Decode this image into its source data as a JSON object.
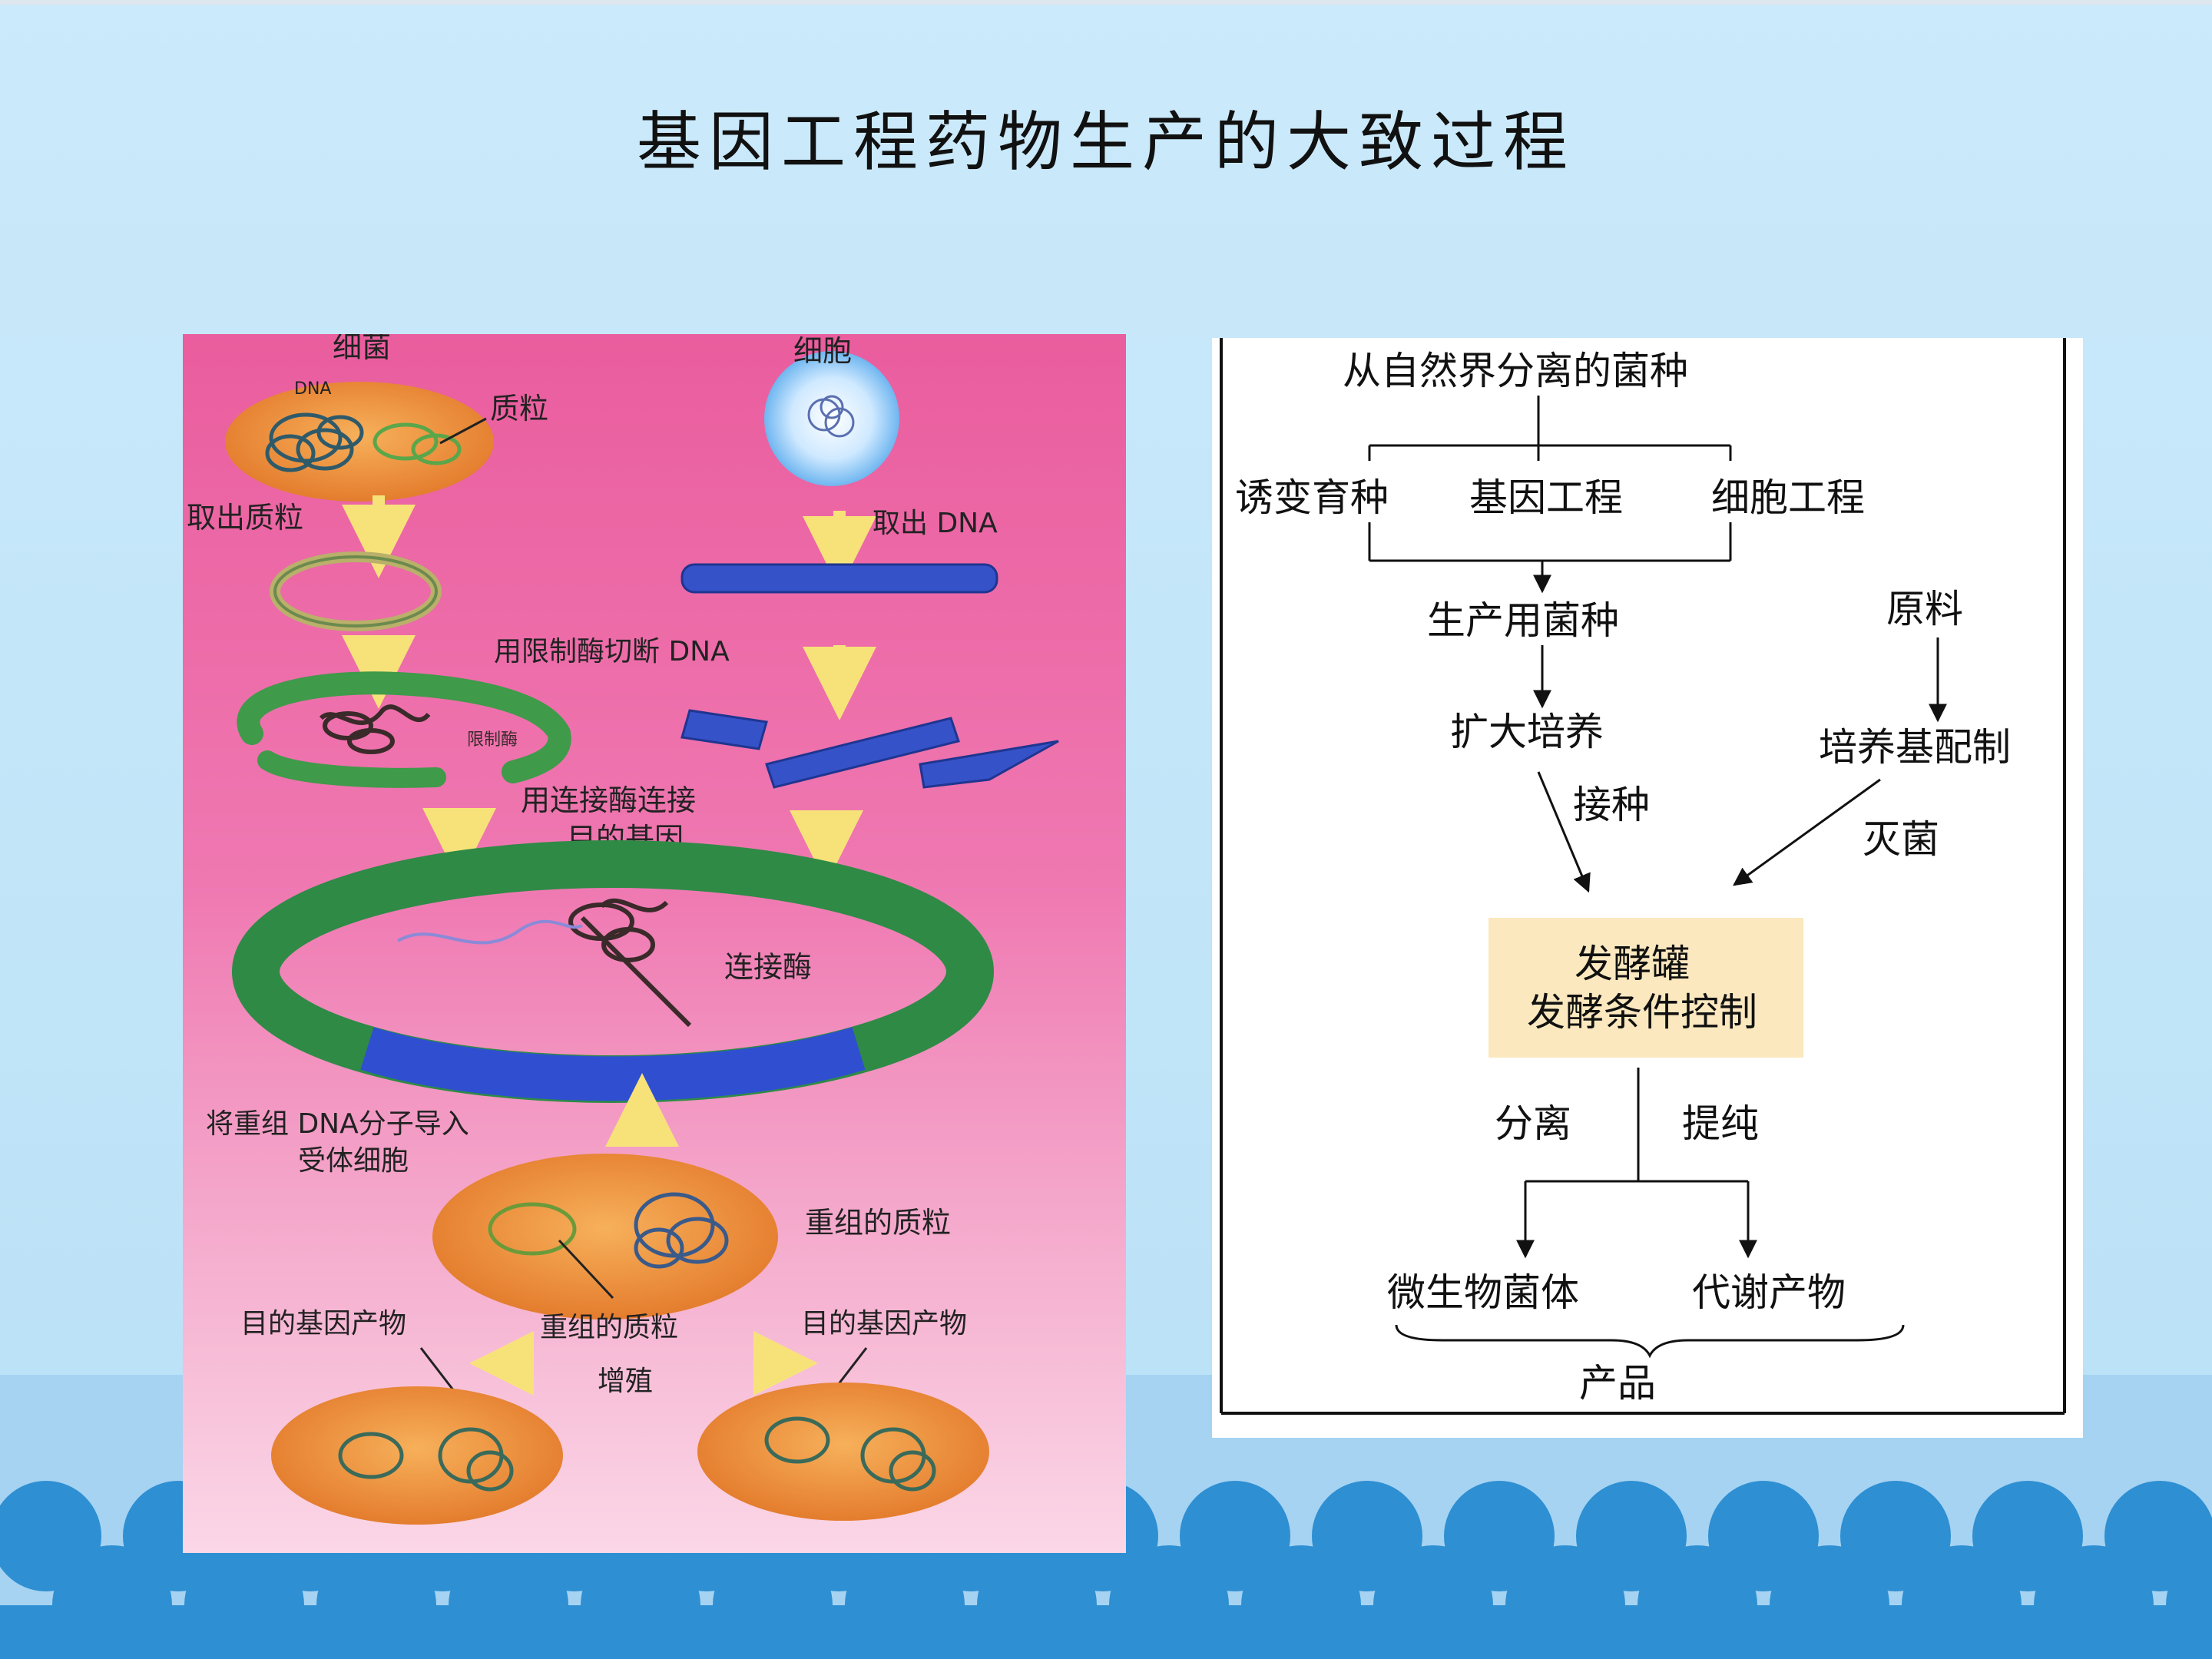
{
  "slide": {
    "title": "基因工程药物生产的大致过程"
  },
  "left_diagram": {
    "labels": {
      "bacterium": "细菌",
      "dna": "DNA",
      "plasmid": "质粒",
      "cell": "细胞",
      "take_plasmid": "取出质粒",
      "take_dna": "取出 DNA",
      "cut_dna": "用限制酶切断 DNA",
      "restriction_enzyme": "限制酶",
      "ligate_line1": "用连接酶连接",
      "ligate_line2": "目的基因",
      "ligase": "连接酶",
      "introduce_line1": "将重组 DNA分子导入",
      "introduce_line2": "受体细胞",
      "recombinant_plasmid": "重组的质粒",
      "target_product_left": "目的基因产物",
      "recombinant_plasmid_center": "重组的质粒",
      "target_product_right": "目的基因产物",
      "proliferate": "增殖"
    }
  },
  "right_diagram": {
    "nodes": {
      "isolate": "从自然界分离的菌种",
      "mutation": "诱变育种",
      "genetic": "基因工程",
      "cellular": "细胞工程",
      "production_strain": "生产用菌种",
      "raw_material": "原料",
      "expand": "扩大培养",
      "medium": "培养基配制",
      "inoculate": "接种",
      "sterilize": "灭菌",
      "fermenter_line1": "发酵罐",
      "fermenter_line2": "发酵条件控制",
      "separate": "分离",
      "purify": "提纯",
      "biomass": "微生物菌体",
      "metabolite": "代谢产物",
      "product": "产品"
    }
  },
  "colors": {
    "background": "#c6e7f9",
    "band": "#a6d3f2",
    "wave": "#2e8fd2",
    "panel_pink": "#ef78b1",
    "fermenter_box": "#fbe8bf",
    "bacterium_orange": "#f29a3c",
    "plasmid_green": "#3f9a4a",
    "dna_blue": "#3552c8"
  }
}
